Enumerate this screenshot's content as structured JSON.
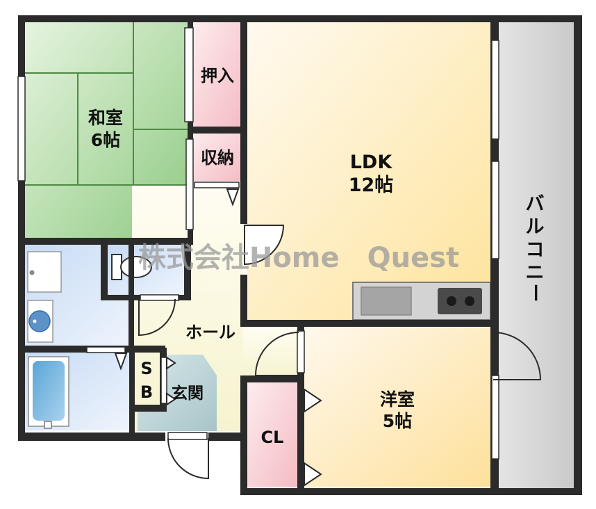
{
  "rooms": {
    "washitsu": {
      "name": "和室",
      "size": "6帖"
    },
    "oshiire": {
      "name": "押入"
    },
    "shuno": {
      "name": "収納"
    },
    "ldk": {
      "name": "LDK",
      "size": "12帖"
    },
    "balcony": {
      "chars": [
        "バ",
        "ル",
        "コ",
        "ニ",
        "ー"
      ]
    },
    "hall": {
      "name": "ホール"
    },
    "genkan": {
      "name": "玄関"
    },
    "sb": {
      "top": "S",
      "bottom": "B"
    },
    "yoshitsu": {
      "name": "洋室",
      "size": "5帖"
    },
    "closet": {
      "name": "CL"
    }
  },
  "watermark": {
    "text": "株式会社Home　Quest"
  },
  "colors": {
    "wall": "#2b2b2b",
    "tatami": "#a6d59a",
    "ldk_floor": "#fde6a6",
    "storage": "#f6c6cc",
    "wet_area": "#cfe0f6",
    "balcony": "#d4d4d4",
    "hall_floor": "#fbf8de",
    "genkan_floor": "#b9d2d6"
  }
}
